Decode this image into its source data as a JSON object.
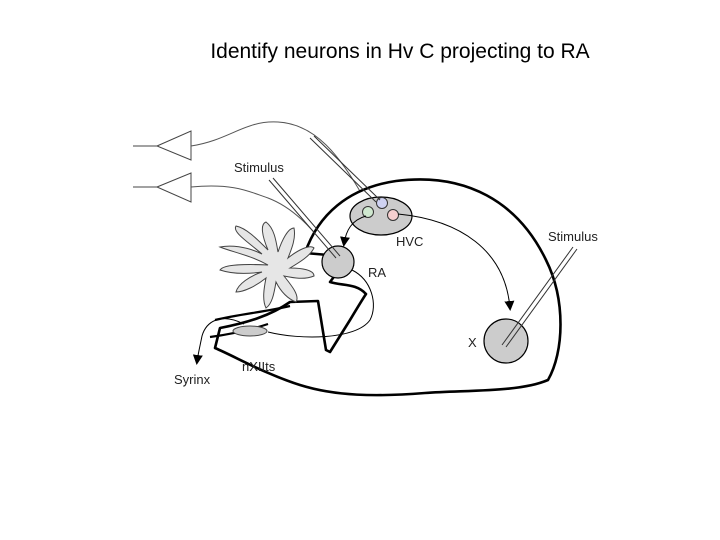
{
  "slide": {
    "title": "Identify neurons in Hv C projecting to RA"
  },
  "diagram": {
    "labels": {
      "stimulus_left": "Stimulus",
      "stimulus_right": "Stimulus",
      "hvc": "HVC",
      "ra": "RA",
      "x": "X",
      "nxii": "nXIIts",
      "syrinx": "Syrinx"
    },
    "colors": {
      "nucleus_fill": "#cccccc",
      "cerebellum_fill": "#e6e6e6",
      "neuron_green": "#cfe8cf",
      "neuron_blue": "#cfd2f2",
      "neuron_red": "#f6cfcf"
    }
  }
}
